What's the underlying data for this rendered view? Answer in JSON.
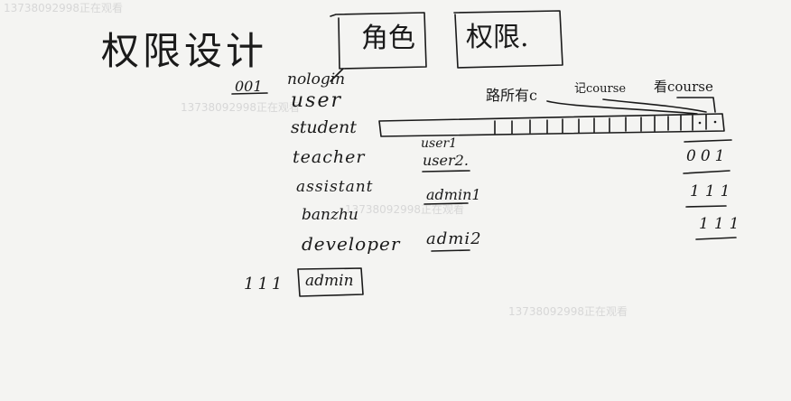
{
  "watermark": "13738092998正在观看",
  "title": "权限设计",
  "boxes": {
    "role": "角色",
    "permission": "权限."
  },
  "role_code_top": "001",
  "role_code_bottom": "111",
  "roles": [
    "nologin",
    "user",
    "student",
    "teacher",
    "assistant",
    "banzhu",
    "developer",
    "admin"
  ],
  "users": [
    "user1",
    "user2.",
    "admin1",
    "admi2"
  ],
  "perm_labels": {
    "all_paths": "路所有c",
    "record": "记course",
    "view": "看course"
  },
  "perm_values": [
    "001",
    "111",
    "111"
  ]
}
